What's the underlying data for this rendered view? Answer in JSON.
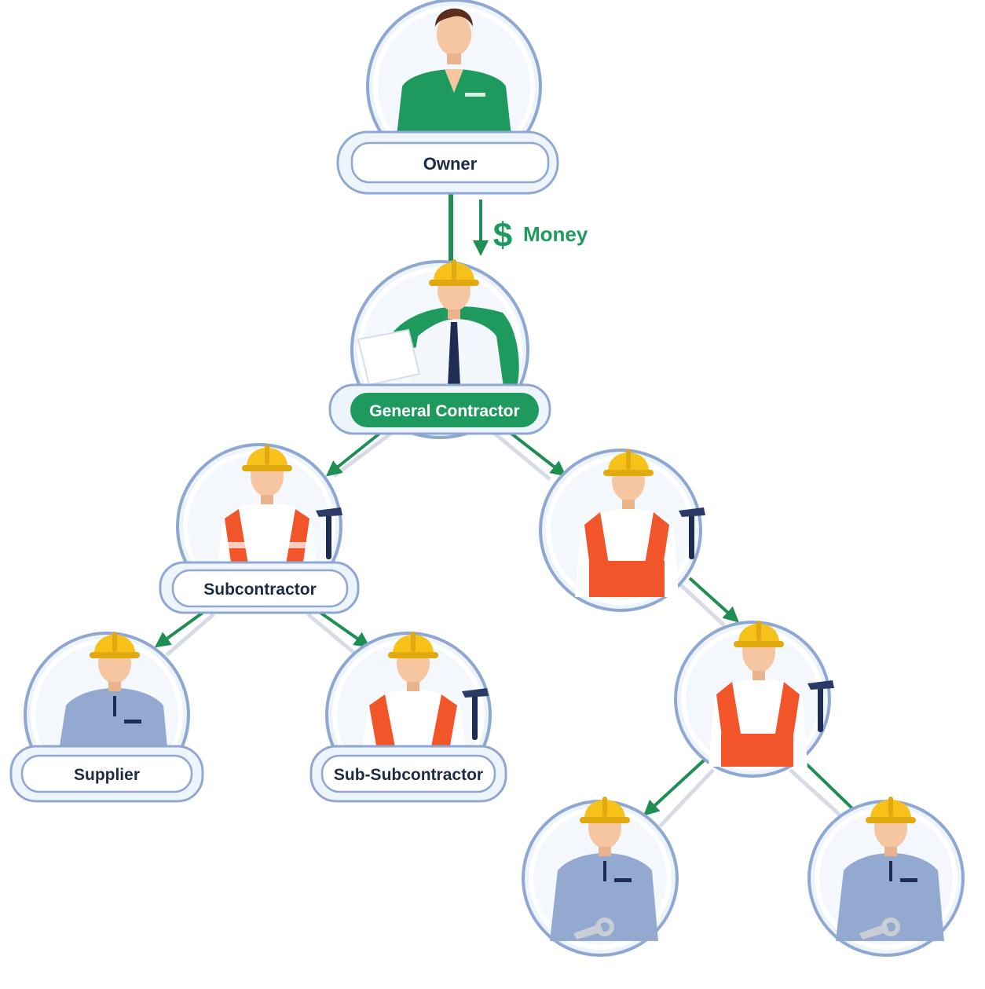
{
  "labels": {
    "owner": "Owner",
    "general_contractor": "General Contractor",
    "subcontractor": "Subcontractor",
    "supplier": "Supplier",
    "sub_subcontractor": "Sub-Subcontractor"
  },
  "money": {
    "symbol": "$",
    "label": "Money"
  },
  "colors": {
    "accent_green": "#1f9a5e",
    "arrow_green": "#1e8e52",
    "node_fill": "#eef4fb",
    "node_outline": "#8fa8d3",
    "label_text": "#1d2a44",
    "hard_hat": "#f6c21a",
    "safety_vest": "#f2552a",
    "polo_blue": "#93a9cf",
    "polo_green": "#1f9a5e",
    "skin": "#f5c6a0",
    "hair": "#5b2f1c"
  }
}
